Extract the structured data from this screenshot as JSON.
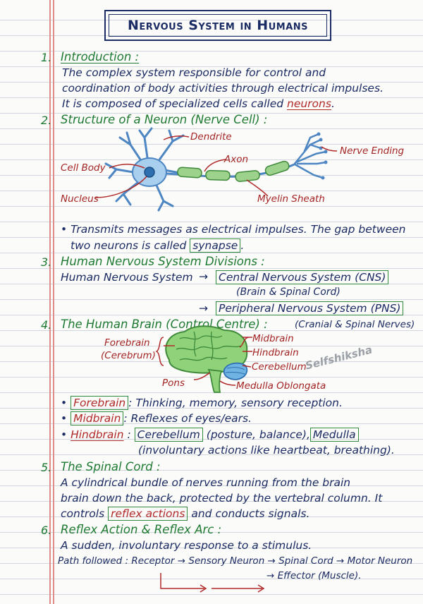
{
  "title": "Nervous System in Humans",
  "sections": {
    "s1": {
      "num": "1.",
      "heading": "Introduction :",
      "line1": "The complex system responsible for control and",
      "line2": "coordination of body activities through electrical impulses.",
      "line3_pre": "It is composed of specialized cells called ",
      "line3_key": "neurons",
      "line3_post": "."
    },
    "s2": {
      "num": "2.",
      "heading": "Structure of a Neuron (Nerve Cell) :",
      "labels": {
        "dendrite": "Dendrite",
        "axon": "Axon",
        "nerve_ending": "Nerve Ending",
        "cell_body": "Cell Body",
        "nucleus": "Nucleus",
        "myelin": "Myelin Sheath"
      },
      "bullet_line1": "• Transmits messages as electrical impulses. The gap between",
      "bullet_line2_pre": "two neurons is called ",
      "bullet_line2_key": "synapse",
      "bullet_line2_post": "."
    },
    "s3": {
      "num": "3.",
      "heading": "Human Nervous System Divisions :",
      "root": "Human Nervous System",
      "cns": "Central Nervous System (CNS)",
      "cns_note": "(Brain & Spinal Cord)",
      "pns": "Peripheral Nervous System (PNS)",
      "pns_note": "(Cranial & Spinal Nerves)"
    },
    "s4": {
      "num": "4.",
      "heading": "The Human Brain (Control Centre) :",
      "labels": {
        "forebrain": "Forebrain",
        "cerebrum": "(Cerebrum)",
        "midbrain": "Midbrain",
        "hindbrain": "Hindbrain",
        "cerebellum": "Cerebellum",
        "pons": "Pons",
        "medulla": "Medulla Oblongata"
      },
      "watermark": "Selfshiksha",
      "item1_key": "Forebrain",
      "item1_text": ": Thinking, memory, sensory reception.",
      "item2_key": "Midbrain",
      "item2_text": ": Reflexes of eyes/ears.",
      "item3_key": "Hindbrain",
      "item3_sep": ":",
      "item3_box1": "Cerebellum",
      "item3_mid": "(posture, balance),",
      "item3_box2": "Medulla",
      "item3_line2": "(involuntary actions like heartbeat, breathing)."
    },
    "s5": {
      "num": "5.",
      "heading": "The Spinal Cord :",
      "line1": "A cylindrical bundle of nerves running from the brain",
      "line2": "brain down the back, protected by the vertebral column. It",
      "line3_pre": "controls ",
      "line3_key": "reflex actions",
      "line3_post": " and conducts signals."
    },
    "s6": {
      "num": "6.",
      "heading": "Reflex Action & Reflex Arc :",
      "line1": "A sudden, involuntary response to a stimulus.",
      "path_label": "Path followed :",
      "path": "Receptor → Sensory Neuron → Spinal Cord → Motor Neuron",
      "path_end": "→ Effector (Muscle)."
    }
  },
  "colors": {
    "green": "#1e7a32",
    "navy": "#1b2b63",
    "red": "#b02a2a",
    "margin": "#e08a8a"
  }
}
